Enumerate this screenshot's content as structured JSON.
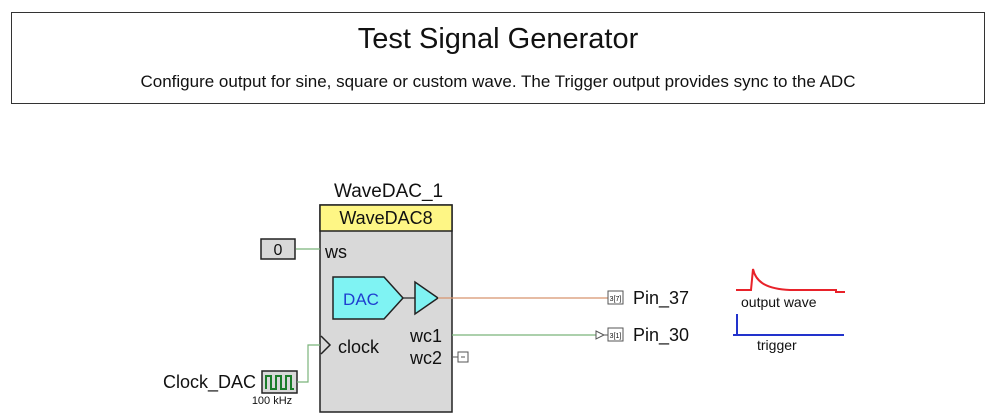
{
  "header": {
    "title": "Test Signal Generator",
    "subtitle": "Configure output for sine, square or custom wave. The Trigger output provides sync to the ADC"
  },
  "component": {
    "instance_name": "WaveDAC_1",
    "type_name": "WaveDAC8",
    "dac_label": "DAC",
    "pins": {
      "ws": "ws",
      "clock": "clock",
      "wc1": "wc1",
      "wc2": "wc2"
    }
  },
  "constant": {
    "value": "0"
  },
  "clock": {
    "name": "Clock_DAC",
    "frequency": "100 kHz"
  },
  "outputs": [
    {
      "name": "Pin_37",
      "tag": "3[7]"
    },
    {
      "name": "Pin_30",
      "tag": "3[1]"
    }
  ],
  "legend": {
    "output_wave": "output wave",
    "trigger": "trigger"
  },
  "colors": {
    "header_yellow": "#fef685",
    "body_gray": "#d9d9d9",
    "dac_cyan": "#7ff3f3",
    "wire_orange": "#d8956e",
    "wire_green": "#7bb37b",
    "wave_red": "#e8222a",
    "trigger_blue": "#2233cc"
  }
}
